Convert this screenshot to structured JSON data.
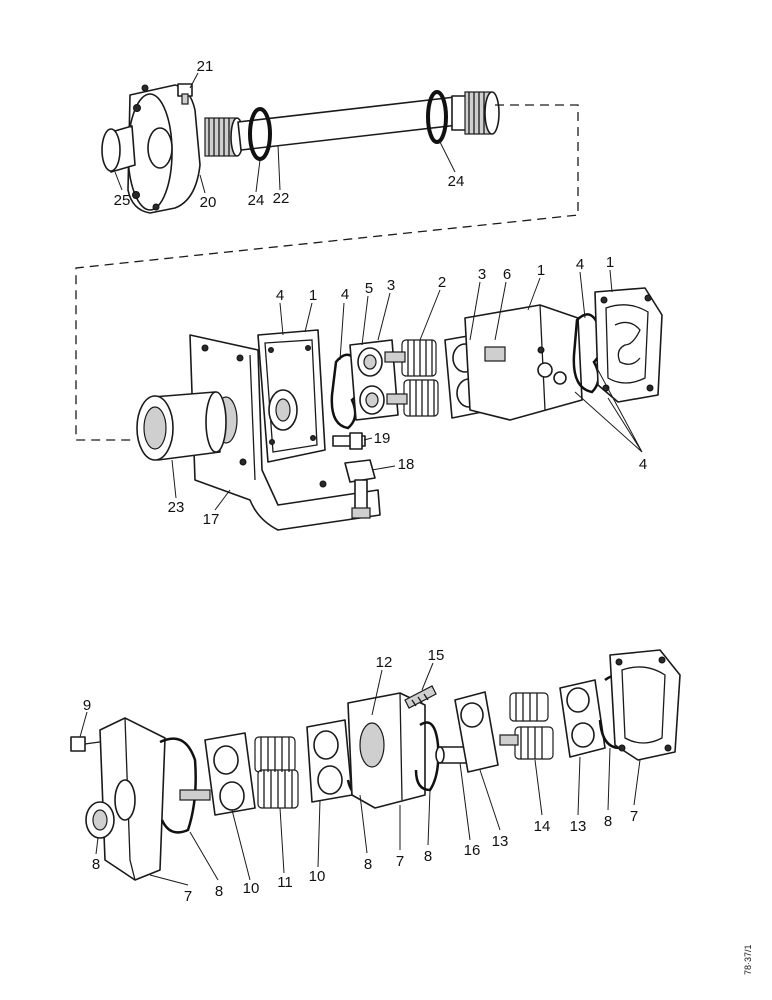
{
  "callouts": {
    "top": {
      "c21": "21",
      "c25": "25",
      "c20": "20",
      "c24a": "24",
      "c22": "22",
      "c24b": "24"
    },
    "middle": {
      "c4a": "4",
      "c1a": "1",
      "c4b": "4",
      "c5": "5",
      "c3a": "3",
      "c2": "2",
      "c3b": "3",
      "c6": "6",
      "c1b": "1",
      "c4c": "4",
      "c1c": "1",
      "c4d": "4",
      "c19": "19",
      "c18": "18",
      "c23": "23",
      "c17": "17"
    },
    "bottom": {
      "c12": "12",
      "c15": "15",
      "c9": "9",
      "c8a": "8",
      "c7a": "7",
      "c8b": "8",
      "c10a": "10",
      "c11": "11",
      "c10b": "10",
      "c8c": "8",
      "c7b": "7",
      "c8d": "8",
      "c16": "16",
      "c13a": "13",
      "c14": "14",
      "c13b": "13",
      "c8e": "8",
      "c7c": "7"
    }
  },
  "drawing_ref": "78·37/1"
}
